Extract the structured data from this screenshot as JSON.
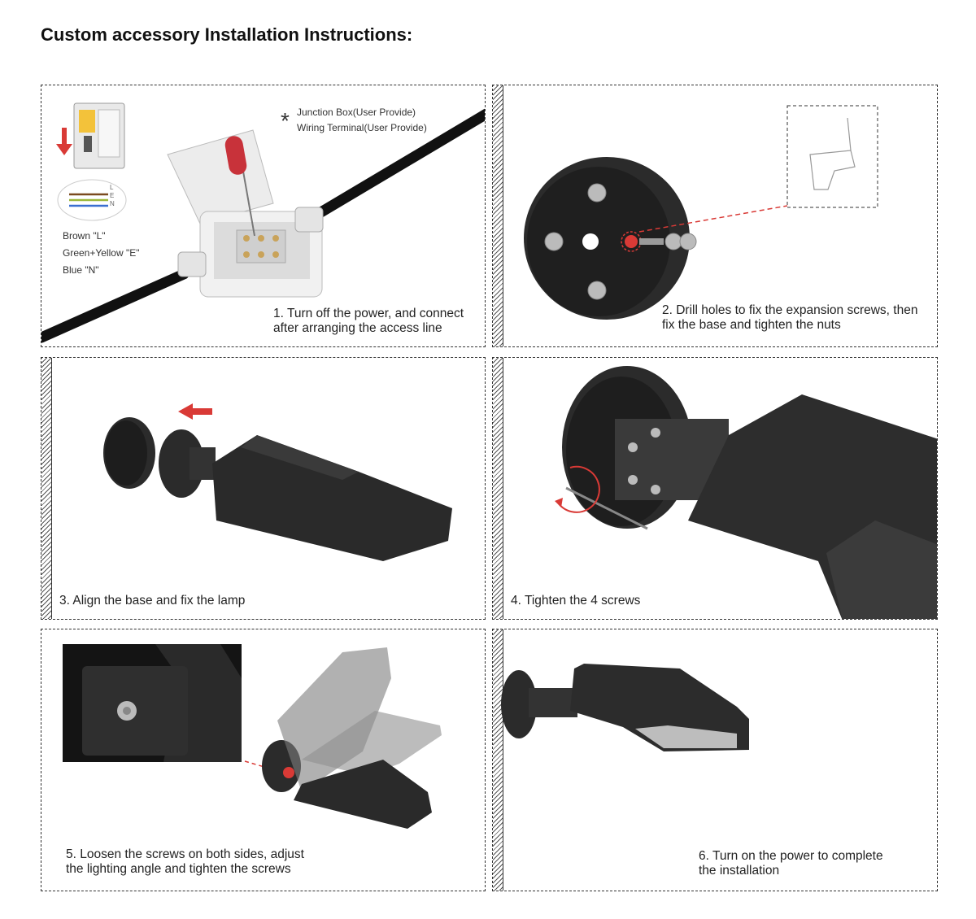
{
  "title": "Custom accessory Installation Instructions:",
  "panel1": {
    "asterisk": "*",
    "note_line1": "Junction Box(User Provide)",
    "note_line2": "Wiring Terminal(User Provide)",
    "wire_letters": [
      "L",
      "E",
      "N"
    ],
    "wire_legend": [
      "Brown \"L\"",
      "Green+Yellow \"E\"",
      "Blue \"N\""
    ],
    "caption_line1": "1. Turn off the power, and connect",
    "caption_line2": "after arranging the access line"
  },
  "panel2": {
    "caption_line1": "2. Drill holes to fix the expansion screws, then",
    "caption_line2": "fix the base and tighten the nuts"
  },
  "panel3": {
    "caption_line1": "3. Align the base and fix the lamp"
  },
  "panel4": {
    "caption_line1": "4. Tighten the 4 screws"
  },
  "panel5": {
    "caption_line1": "5. Loosen the screws on both sides, adjust",
    "caption_line2": "the lighting angle and tighten the screws"
  },
  "panel6": {
    "caption_line1": "6. Turn on the power to complete",
    "caption_line2": "the installation"
  },
  "colors": {
    "accent_red": "#d93a36",
    "lamp_body": "#2b2b2b",
    "border": "#333333"
  }
}
